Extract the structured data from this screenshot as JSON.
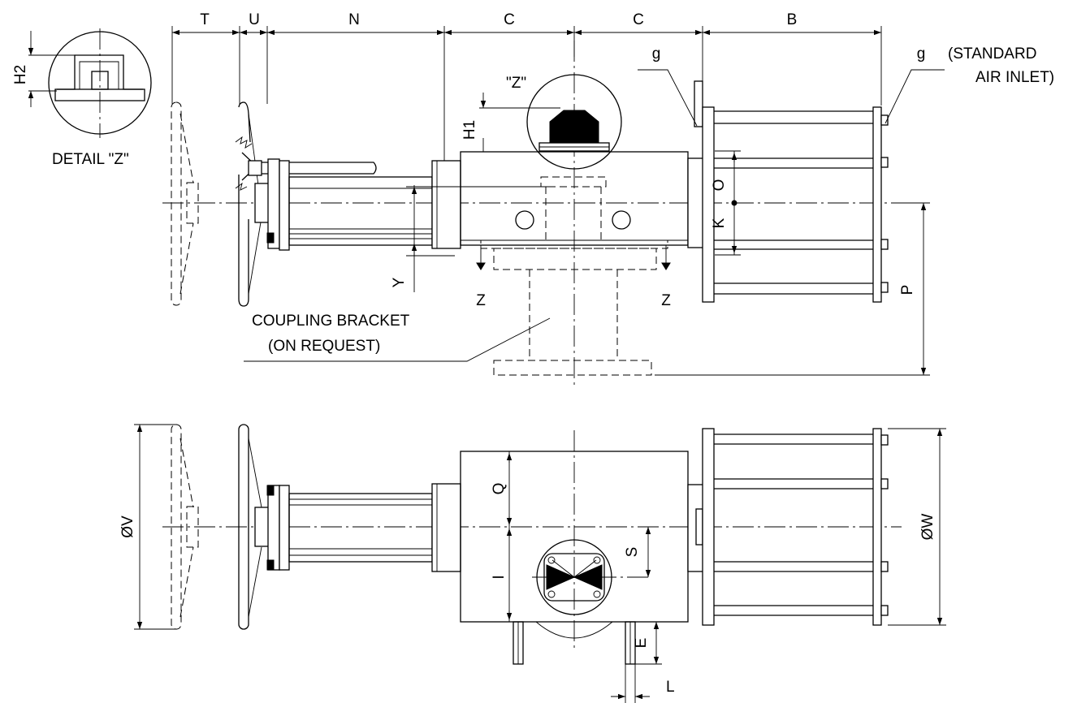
{
  "dimensions": {
    "T": "T",
    "U": "U",
    "N": "N",
    "C1": "C",
    "C2": "C",
    "B": "B",
    "H1": "H1",
    "H2": "H2",
    "Y": "Y",
    "O": "O",
    "K": "K",
    "P": "P",
    "Z_left": "Z",
    "Z_right": "Z",
    "V": "ØV",
    "W": "ØW",
    "Q": "Q",
    "I": "I",
    "S": "S",
    "E": "E",
    "L": "L",
    "g1": "g",
    "g2": "g"
  },
  "labels": {
    "detail_z": "DETAIL \"Z\"",
    "z_callout": "\"Z\"",
    "standard_air_line1": "(STANDARD",
    "standard_air_line2": "AIR INLET)",
    "coupling_line1": "COUPLING BRACKET",
    "coupling_line2": "(ON REQUEST)"
  }
}
